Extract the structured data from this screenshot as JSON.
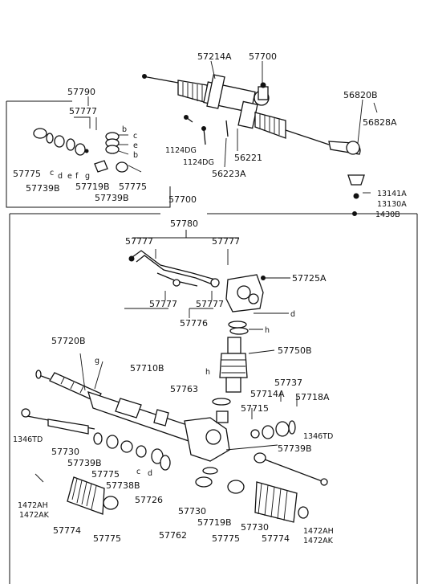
{
  "labels": {
    "p57214A": "57214A",
    "p57700_top": "57700",
    "p56820B": "56820B",
    "p56828A": "56828A",
    "p57790": "57790",
    "p57777_box": "57777",
    "c_top": "c",
    "e_top": "e",
    "b_top1": "b",
    "b_top2": "b",
    "p1124DG_a": "1124DG",
    "p1124DG_b": "1124DG",
    "p56221": "56221",
    "p56223A": "56223A",
    "p13141A": "13141A",
    "p13130A": "13130A",
    "p1430B": "1430B",
    "p57775_tl": "57775",
    "c_tl": "c",
    "d_tl": "d",
    "e_tl": "e",
    "f_tl": "f",
    "g_tl": "g",
    "p57739B_tl": "57739B",
    "p57719B_tl": "57719B",
    "p57775_tl2": "57775",
    "p57739B_tl2": "57739B",
    "p57700_mid": "57700",
    "p57780": "57780",
    "p57777_l": "57777",
    "p57777_r": "57777",
    "p57725A": "57725A",
    "p57777_bl": "57777",
    "p57777_br": "57777",
    "p57776": "57776",
    "d_mid": "d",
    "h_mid": "h",
    "p57720B": "57720B",
    "g_mid": "g",
    "p57710B": "57710B",
    "p57750B": "57750B",
    "h_mid2": "h",
    "p57737": "57737",
    "p57763": "57763",
    "p57714A": "57714A",
    "p57718A": "57718A",
    "p57715": "57715",
    "p1346TD_r": "1346TD",
    "p57739B_r": "57739B",
    "p1346TD_l": "1346TD",
    "p57730_l": "57730",
    "p57739B_l": "57739B",
    "p57775_l": "57775",
    "c_bl": "c",
    "d_bl": "d",
    "p57738B": "57738B",
    "p1472AH_l": "1472AH",
    "p1472AK_l": "1472AK",
    "p57726": "57726",
    "p57730_b": "57730",
    "p57774_l": "57774",
    "p57775_bl": "57775",
    "p57719B_b": "57719B",
    "p57762": "57762",
    "p57775_b": "57775",
    "p57730_br": "57730",
    "p57774_r": "57774",
    "p1472AH_r": "1472AH",
    "p1472AK_r": "1472AK"
  }
}
